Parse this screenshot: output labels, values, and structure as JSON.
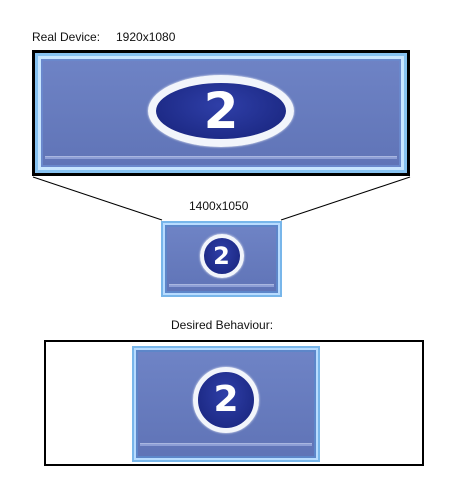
{
  "labels": {
    "real_device_title": "Real Device:",
    "real_device_resolution": "1920x1080",
    "small_resolution": "1400x1050",
    "desired_behaviour": "Desired Behaviour:"
  },
  "displays": {
    "large_badge": "2",
    "small_badge": "2",
    "desired_badge": "2"
  },
  "colors": {
    "screen_blue": "#6476bb",
    "frame_light_blue": "#78b6ea",
    "badge_navy": "#1e2b88",
    "badge_ring": "#f2f5fb",
    "outline": "#000000"
  }
}
